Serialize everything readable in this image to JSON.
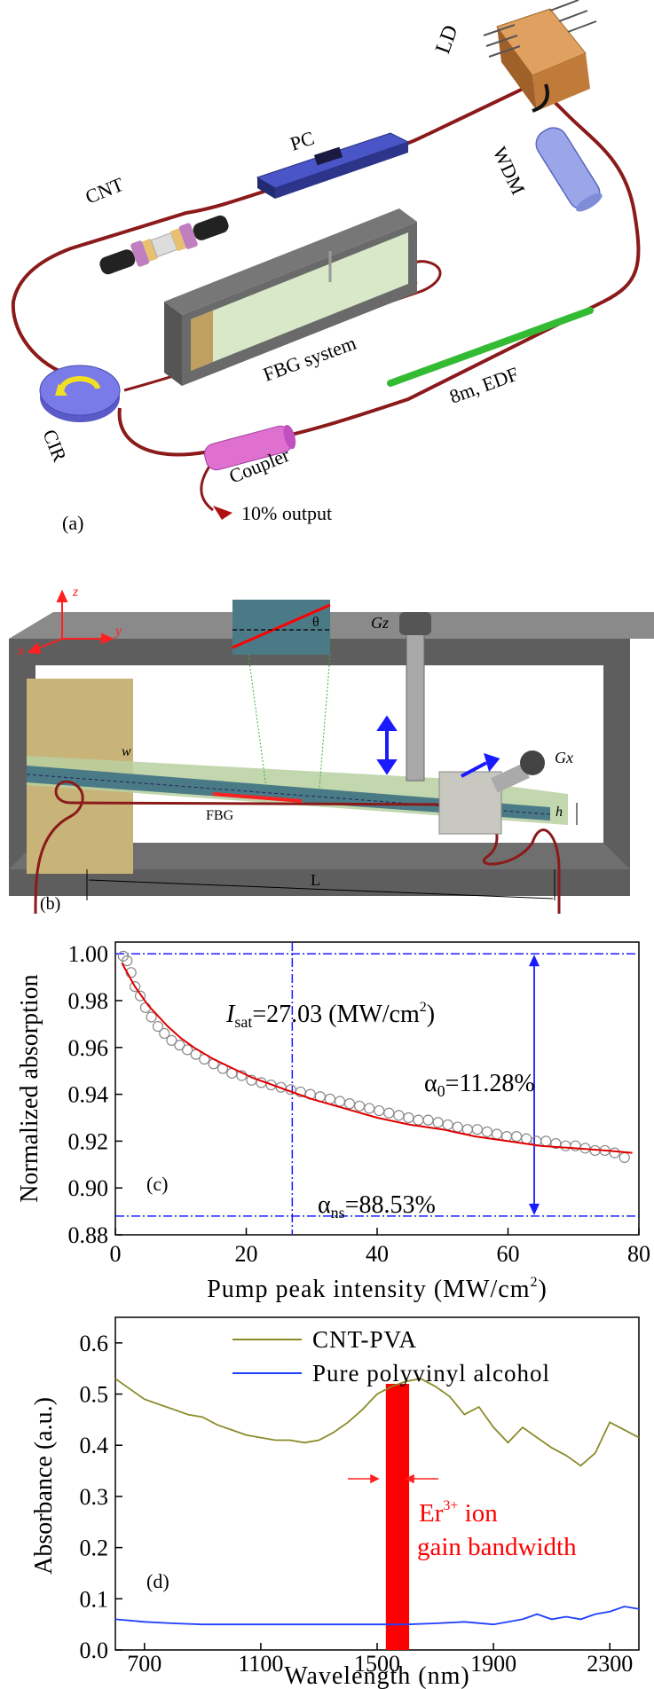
{
  "panel_a": {
    "tag": "(a)",
    "labels": {
      "ld": "LD",
      "wdm": "WDM",
      "pc": "PC",
      "cnt": "CNT",
      "fbg_system": "FBG system",
      "edf": "8m, EDF",
      "cir": "CIR",
      "coupler": "Coupler",
      "output": "10% output"
    }
  },
  "panel_b": {
    "tag": "(b)",
    "labels": {
      "axis_z": "z",
      "axis_x": "x",
      "axis_y": "y",
      "theta": "θ",
      "gz": "Gz",
      "gx": "Gx",
      "w": "w",
      "fbg": "FBG",
      "h": "h",
      "L": "L"
    }
  },
  "panel_c": {
    "tag": "(c)",
    "annotations": {
      "isat_main": "I",
      "isat_sub": "sat",
      "isat_value": "=27.03 (MW/cm",
      "isat_sup": "2",
      "isat_close": ")",
      "alpha0_main": "α",
      "alpha0_sub": "0",
      "alpha0_value": "=11.28%",
      "alphans_main": "α",
      "alphans_sub": "ns",
      "alphans_value": "=88.53%"
    }
  },
  "panel_d": {
    "tag": "(d)",
    "annotations": {
      "er_main": "Er",
      "er_sup": "3+",
      "er_tail": " ion",
      "gain_line": "gain bandwidth"
    }
  },
  "colors": {
    "fiber": "#8b1a1a",
    "edf": "#33bb33",
    "fit_red": "#e00000",
    "guide_blue": "#1a1aff",
    "cnt_pva": "#8b8b2a",
    "pure_pva": "#1f3fff",
    "gain_band": "#ff0000",
    "frame_gray": "#5e5e5e"
  },
  "chart_data": [
    {
      "type": "scatter",
      "xlabel": "Pump peak intensity (MW/cm",
      "xlabel_sup": "2",
      "xlabel_close": ")",
      "ylabel": "Normalized absorption",
      "xlim": [
        0,
        80
      ],
      "ylim": [
        0.88,
        1.005
      ],
      "xticks": [
        0,
        20,
        40,
        60,
        80
      ],
      "yticks": [
        0.88,
        0.9,
        0.92,
        0.94,
        0.96,
        0.98,
        1.0
      ],
      "ytick_labels": [
        "0.88",
        "0.90",
        "0.92",
        "0.94",
        "0.96",
        "0.98",
        "1.00"
      ],
      "grid": false,
      "series": [
        {
          "kind": "measured",
          "x": [
            1.2,
            1.8,
            2.4,
            3.0,
            3.8,
            4.6,
            5.5,
            6.5,
            7.5,
            8.6,
            9.8,
            11,
            12.3,
            13.6,
            15,
            16.4,
            17.8,
            19.3,
            20.8,
            22.3,
            23.8,
            25.3,
            26.8,
            28.3,
            29.8,
            31.3,
            32.8,
            34.3,
            35.8,
            37.3,
            38.8,
            40.3,
            41.8,
            43.3,
            44.8,
            46.3,
            47.8,
            49.3,
            50.8,
            52.3,
            53.8,
            55.3,
            56.8,
            58.3,
            59.8,
            61.3,
            62.8,
            64.3,
            65.8,
            67.3,
            68.8,
            70.3,
            71.8,
            73.3,
            74.8,
            76.3,
            77.8
          ],
          "y": [
            0.999,
            0.997,
            0.992,
            0.986,
            0.982,
            0.977,
            0.973,
            0.969,
            0.966,
            0.963,
            0.961,
            0.959,
            0.957,
            0.955,
            0.953,
            0.951,
            0.949,
            0.948,
            0.946,
            0.945,
            0.944,
            0.943,
            0.942,
            0.941,
            0.94,
            0.939,
            0.938,
            0.937,
            0.936,
            0.935,
            0.934,
            0.933,
            0.932,
            0.931,
            0.93,
            0.929,
            0.929,
            0.928,
            0.927,
            0.926,
            0.925,
            0.925,
            0.924,
            0.923,
            0.922,
            0.922,
            0.921,
            0.92,
            0.92,
            0.919,
            0.918,
            0.918,
            0.917,
            0.916,
            0.916,
            0.915,
            0.913
          ]
        },
        {
          "kind": "fit",
          "x": [
            1,
            2,
            3,
            4,
            5,
            6,
            8,
            10,
            12,
            15,
            18,
            21,
            24,
            27,
            30,
            35,
            40,
            45,
            50,
            55,
            60,
            65,
            70,
            75,
            79
          ],
          "y": [
            0.996,
            0.991,
            0.986,
            0.982,
            0.978,
            0.975,
            0.969,
            0.964,
            0.96,
            0.955,
            0.951,
            0.947,
            0.944,
            0.941,
            0.938,
            0.934,
            0.93,
            0.927,
            0.925,
            0.922,
            0.92,
            0.918,
            0.917,
            0.916,
            0.915
          ]
        }
      ],
      "reference_lines": {
        "alpha_top": 1.0,
        "alpha_bottom": 0.888,
        "isat_x": 27.03
      }
    },
    {
      "type": "line",
      "xlabel": "Wavelength (nm)",
      "ylabel": "Absorbance (a.u.)",
      "xlim": [
        600,
        2400
      ],
      "ylim": [
        0.0,
        0.65
      ],
      "xticks": [
        700,
        1100,
        1500,
        1900,
        2300
      ],
      "yticks": [
        0.0,
        0.1,
        0.2,
        0.3,
        0.4,
        0.5,
        0.6
      ],
      "ytick_labels": [
        "0.0",
        "0.1",
        "0.2",
        "0.3",
        "0.4",
        "0.5",
        "0.6"
      ],
      "grid": false,
      "legend_position": "top-right",
      "series": [
        {
          "name": "CNT-PVA",
          "x": [
            600,
            650,
            700,
            750,
            800,
            850,
            900,
            950,
            1000,
            1050,
            1100,
            1150,
            1200,
            1250,
            1300,
            1350,
            1400,
            1450,
            1500,
            1550,
            1600,
            1650,
            1700,
            1750,
            1800,
            1850,
            1900,
            1950,
            2000,
            2050,
            2100,
            2150,
            2200,
            2250,
            2300,
            2350,
            2400
          ],
          "y": [
            0.53,
            0.51,
            0.49,
            0.48,
            0.47,
            0.46,
            0.455,
            0.44,
            0.43,
            0.42,
            0.415,
            0.41,
            0.41,
            0.405,
            0.41,
            0.425,
            0.445,
            0.47,
            0.5,
            0.515,
            0.525,
            0.53,
            0.515,
            0.495,
            0.46,
            0.475,
            0.435,
            0.405,
            0.435,
            0.415,
            0.395,
            0.38,
            0.36,
            0.385,
            0.445,
            0.43,
            0.415
          ]
        },
        {
          "name": "Pure polyvinyl alcohol",
          "x": [
            600,
            700,
            800,
            900,
            1000,
            1100,
            1200,
            1300,
            1400,
            1500,
            1600,
            1700,
            1800,
            1900,
            2000,
            2050,
            2100,
            2150,
            2200,
            2250,
            2300,
            2350,
            2400
          ],
          "y": [
            0.06,
            0.055,
            0.052,
            0.05,
            0.05,
            0.05,
            0.05,
            0.05,
            0.05,
            0.05,
            0.05,
            0.052,
            0.055,
            0.05,
            0.06,
            0.07,
            0.06,
            0.065,
            0.06,
            0.07,
            0.075,
            0.085,
            0.08
          ]
        }
      ],
      "band": {
        "x_start": 1530,
        "x_end": 1610,
        "y_top": 0.52
      }
    }
  ]
}
